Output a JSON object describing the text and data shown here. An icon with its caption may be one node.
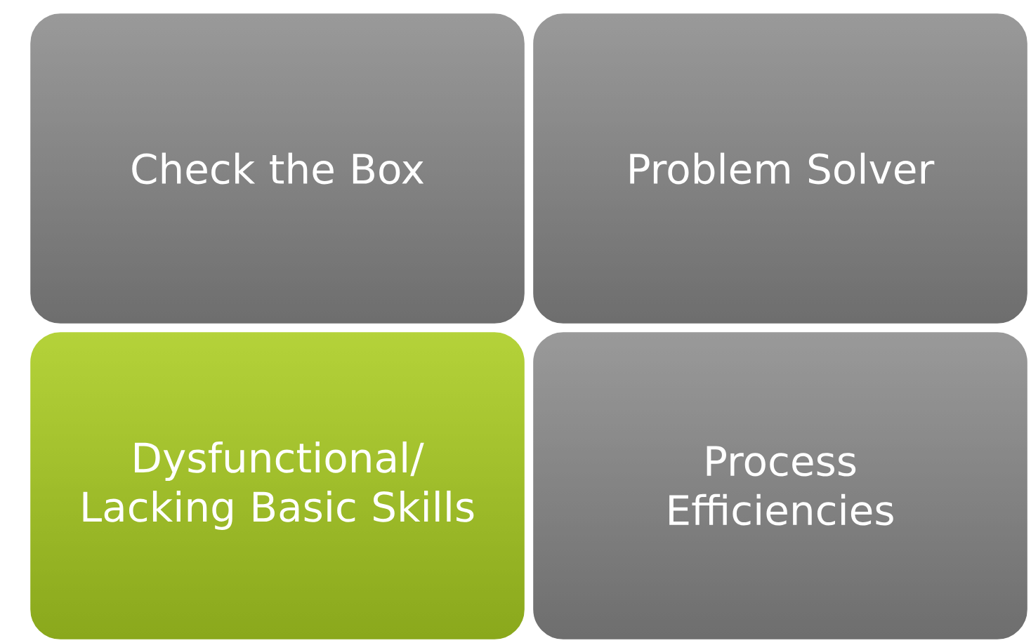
{
  "diagram": {
    "nodes": [
      {
        "text": [
          "Check the Box"
        ]
      },
      {
        "text": [
          "Problem Solver"
        ]
      },
      {
        "text": [
          "Dysfunctional/ Lacking Basic Skills"
        ]
      },
      {
        "text": [
          "Process Efficiencies"
        ]
      }
    ]
  }
}
